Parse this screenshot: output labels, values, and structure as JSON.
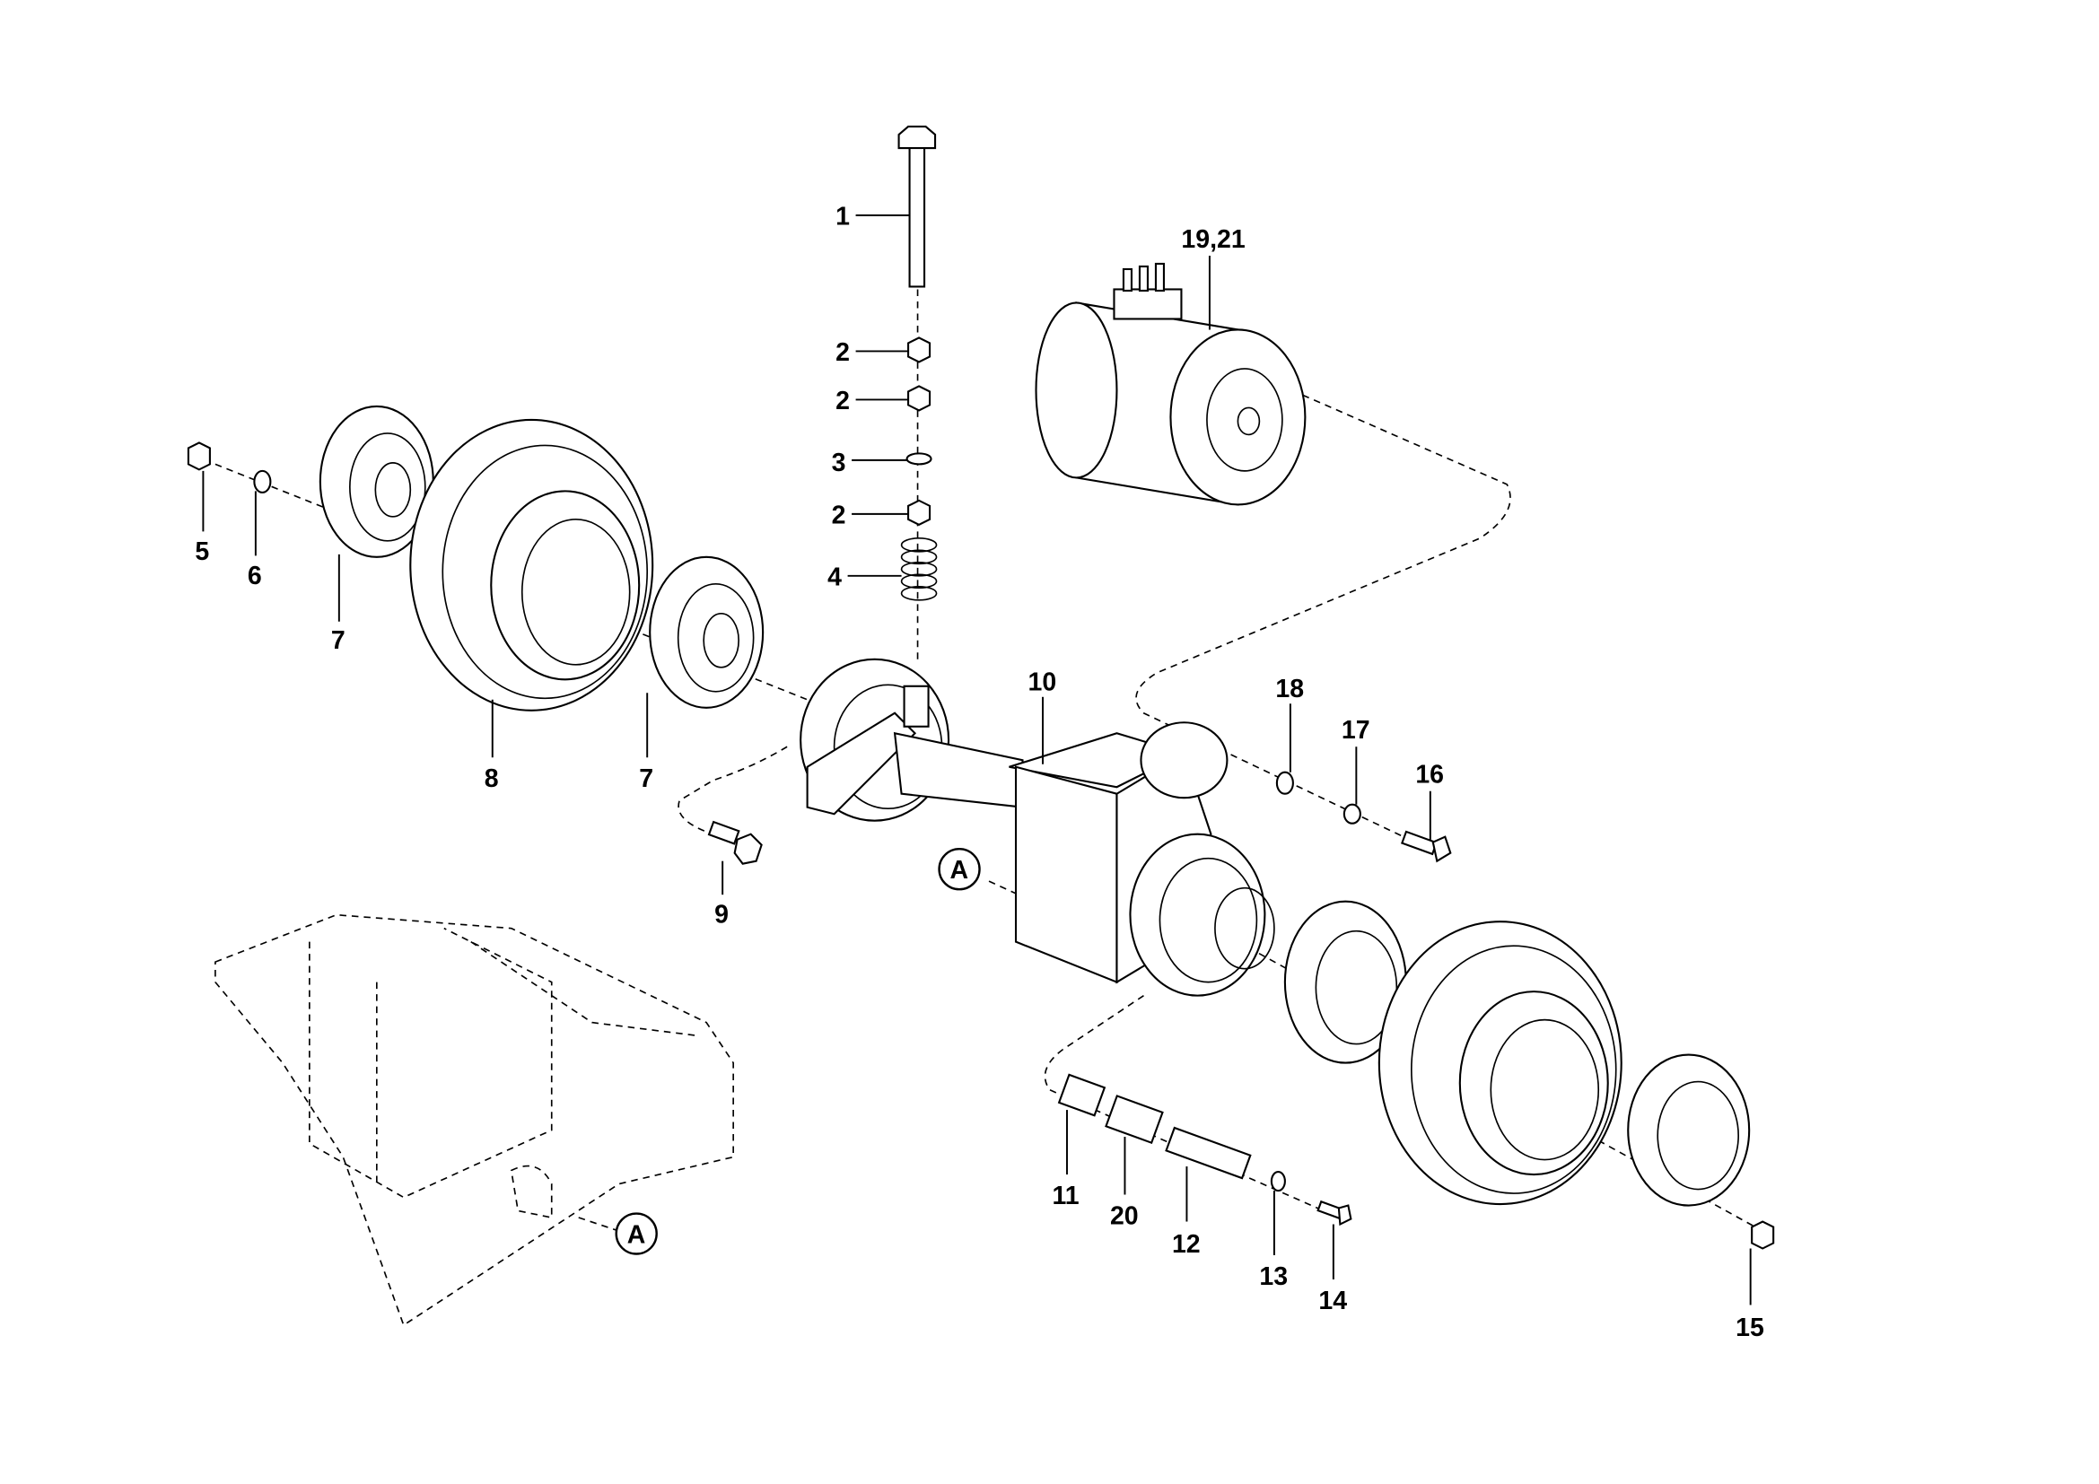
{
  "diagram": {
    "type": "exploded parts diagram",
    "callouts": [
      "1",
      "2",
      "2",
      "3",
      "2",
      "4",
      "5",
      "6",
      "7",
      "8",
      "7",
      "9",
      "10",
      "11",
      "20",
      "12",
      "13",
      "14",
      "15",
      "16",
      "17",
      "18",
      "19,21"
    ],
    "reference_marker": "A",
    "line_color": "#000000",
    "background": "#ffffff"
  }
}
